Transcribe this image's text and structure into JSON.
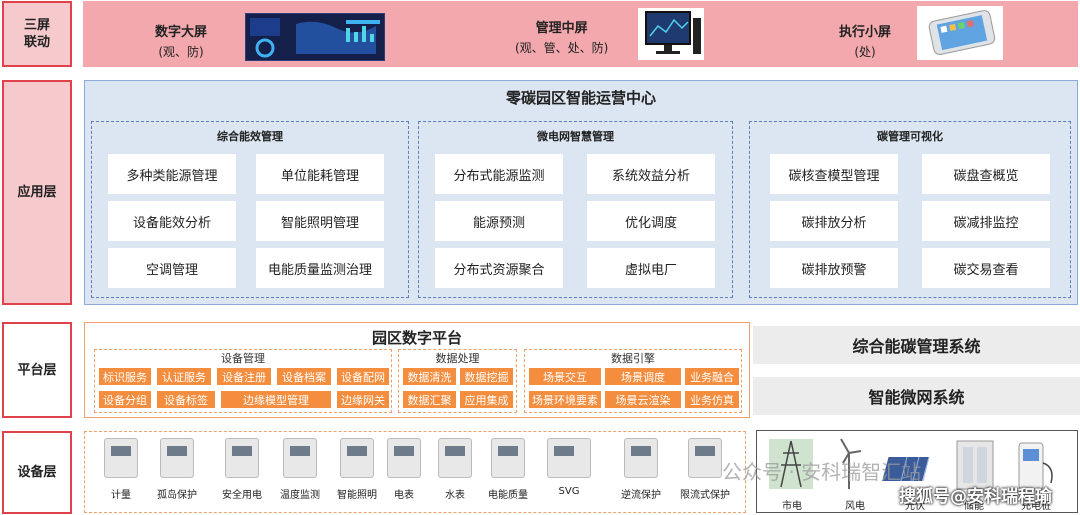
{
  "rows": {
    "screens": "三屏\n联动",
    "app": "应用层",
    "platform": "平台层",
    "device": "设备层"
  },
  "screens": [
    {
      "title": "数字大屏",
      "sub": "(观、防)"
    },
    {
      "title": "管理中屏",
      "sub": "(观、管、处、防)"
    },
    {
      "title": "执行小屏",
      "sub": "(处)"
    }
  ],
  "app": {
    "title": "零碳园区智能运营中心",
    "groups": [
      {
        "title": "综合能效管理",
        "items": [
          "多种类能源管理",
          "单位能耗管理",
          "设备能效分析",
          "智能照明管理",
          "空调管理",
          "电能质量监测治理"
        ]
      },
      {
        "title": "微电网智慧管理",
        "items": [
          "分布式能源监测",
          "系统效益分析",
          "能源预测",
          "优化调度",
          "分布式资源聚合",
          "虚拟电厂"
        ]
      },
      {
        "title": "碳管理可视化",
        "items": [
          "碳核查模型管理",
          "碳盘查概览",
          "碳排放分析",
          "碳减排监控",
          "碳排放预警",
          "碳交易查看"
        ]
      }
    ]
  },
  "platform": {
    "title": "园区数字平台",
    "device_mgmt": {
      "title": "设备管理",
      "row1": [
        "标识服务",
        "认证服务",
        "设备注册",
        "设备档案",
        "设备配网"
      ],
      "row2": [
        "设备分组",
        "设备标签",
        "边缘模型管理",
        "边缘网关"
      ]
    },
    "data_proc": {
      "title": "数据处理",
      "row1": [
        "数据清洗",
        "数据挖掘"
      ],
      "row2": [
        "数据汇聚",
        "应用集成"
      ]
    },
    "data_engine": {
      "title": "数据引擎",
      "row1": [
        "场景交互",
        "场景调度",
        "业务融合"
      ],
      "row2": [
        "场景环境要素",
        "场景云渲染",
        "业务仿真"
      ]
    },
    "systems": [
      "综合能碳管理系统",
      "智能微网系统"
    ]
  },
  "devices": [
    "计量",
    "孤岛保护",
    "安全用电",
    "温度监测",
    "智能照明",
    "电表",
    "水表",
    "电能质量",
    "SVG",
    "逆流保护",
    "限流式保护"
  ],
  "energy": [
    "市电",
    "风电",
    "光伏",
    "储能",
    "充电桩"
  ],
  "watermarks": {
    "brand": "搜狐号@安科瑞程瑜",
    "wechat": "公众号 · 安科瑞智汇站"
  }
}
